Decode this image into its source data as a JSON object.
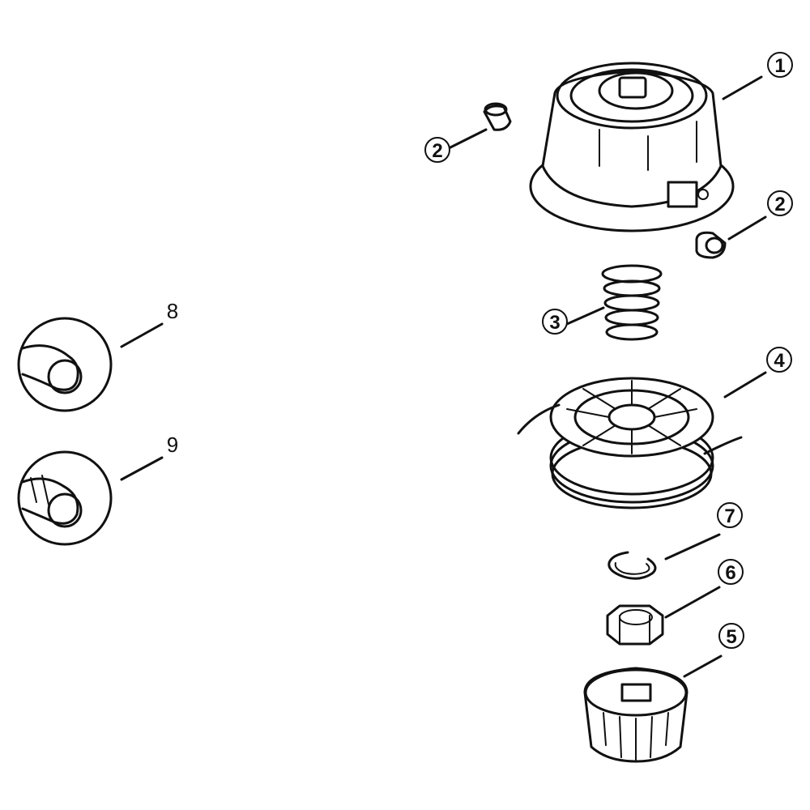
{
  "callouts": {
    "c1": "1",
    "c2a": "2",
    "c2b": "2",
    "c3": "3",
    "c4": "4",
    "c5": "5",
    "c6": "6",
    "c7": "7",
    "c8": "8",
    "c9": "9"
  }
}
